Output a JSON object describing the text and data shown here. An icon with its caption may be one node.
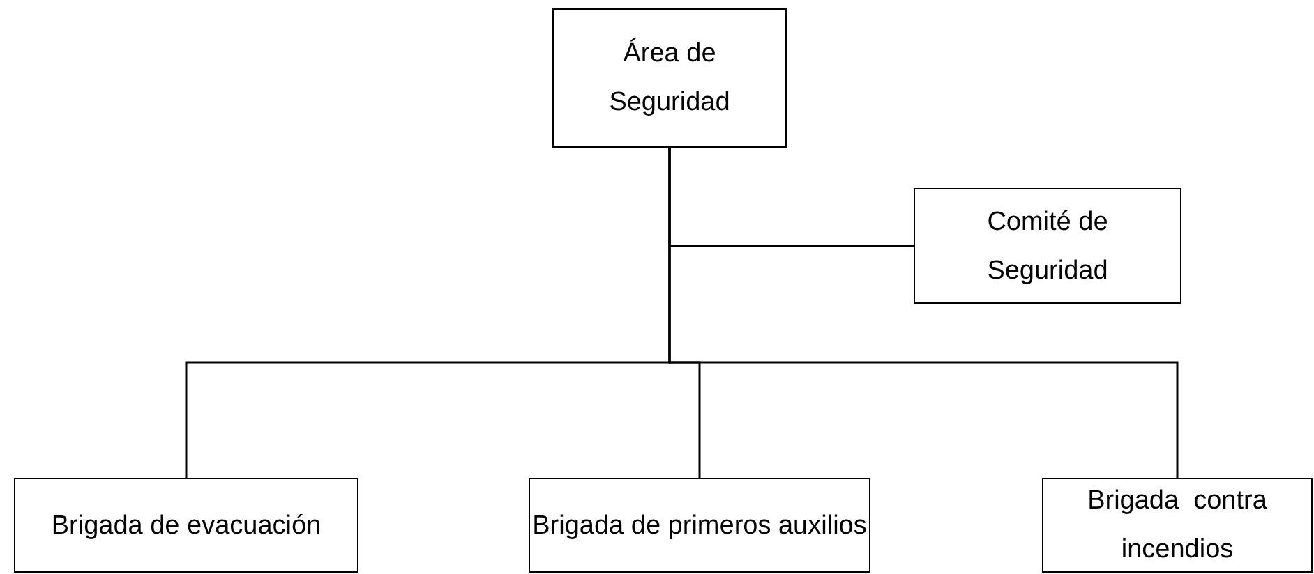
{
  "diagram": {
    "nodes": [
      {
        "text": [
          "Área de Seguridad"
        ]
      },
      {
        "text": [
          "Comité de Seguridad"
        ]
      },
      {
        "text": [
          "Brigada de evacuación"
        ]
      },
      {
        "text": [
          "Brigada de primeros auxilios"
        ]
      },
      {
        "text": [
          "Brigada  contra incendios"
        ]
      }
    ],
    "edges": [
      {
        "from": 0,
        "to": 1,
        "arrow": "none"
      },
      {
        "from": 0,
        "to": 2,
        "arrow": "none"
      },
      {
        "from": 0,
        "to": 3,
        "arrow": "none"
      },
      {
        "from": 0,
        "to": 4,
        "arrow": "none"
      }
    ]
  }
}
